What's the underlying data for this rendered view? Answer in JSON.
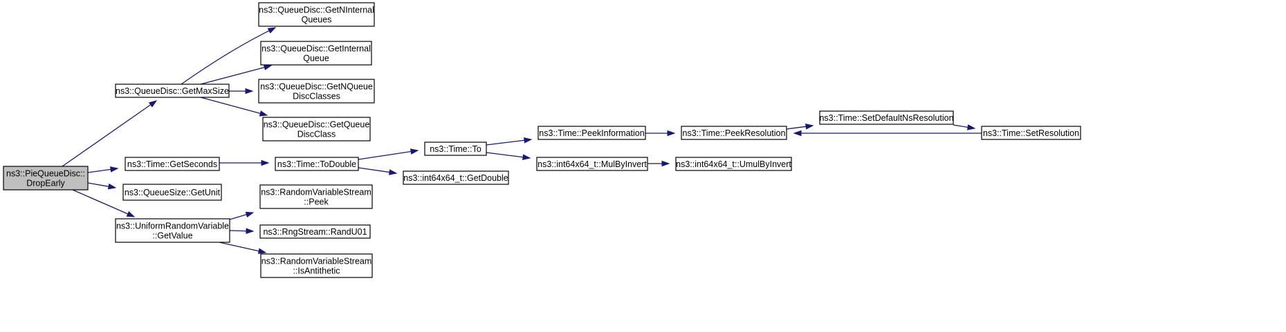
{
  "diagram": {
    "nodes": {
      "root": [
        "ns3::PieQueueDisc::",
        "DropEarly"
      ],
      "get_max_size": [
        "ns3::QueueDisc::GetMaxSize"
      ],
      "get_n_internal_queues": [
        "ns3::QueueDisc::GetNInternal",
        "Queues"
      ],
      "get_internal_queue": [
        "ns3::QueueDisc::GetInternal",
        "Queue"
      ],
      "get_n_queue_disc_classes": [
        "ns3::QueueDisc::GetNQueue",
        "DiscClasses"
      ],
      "get_queue_disc_class": [
        "ns3::QueueDisc::GetQueue",
        "DiscClass"
      ],
      "get_seconds": [
        "ns3::Time::GetSeconds"
      ],
      "to_double": [
        "ns3::Time::ToDouble"
      ],
      "time_to": [
        "ns3::Time::To"
      ],
      "get_double": [
        "ns3::int64x64_t::GetDouble"
      ],
      "peek_information": [
        "ns3::Time::PeekInformation"
      ],
      "mul_by_invert": [
        "ns3::int64x64_t::MulByInvert"
      ],
      "peek_resolution": [
        "ns3::Time::PeekResolution"
      ],
      "umul_by_invert": [
        "ns3::int64x64_t::UmulByInvert"
      ],
      "set_default_ns_resolution": [
        "ns3::Time::SetDefaultNsResolution"
      ],
      "set_resolution": [
        "ns3::Time::SetResolution"
      ],
      "get_unit": [
        "ns3::QueueSize::GetUnit"
      ],
      "uniform_get_value": [
        "ns3::UniformRandomVariable",
        "::GetValue"
      ],
      "stream_peek": [
        "ns3::RandomVariableStream",
        "::Peek"
      ],
      "rand_u01": [
        "ns3::RngStream::RandU01"
      ],
      "is_antithetic": [
        "ns3::RandomVariableStream",
        "::IsAntithetic"
      ]
    },
    "edges": [
      [
        "root",
        "get_max_size"
      ],
      [
        "root",
        "get_seconds"
      ],
      [
        "root",
        "get_unit"
      ],
      [
        "root",
        "uniform_get_value"
      ],
      [
        "get_max_size",
        "get_n_internal_queues"
      ],
      [
        "get_max_size",
        "get_internal_queue"
      ],
      [
        "get_max_size",
        "get_n_queue_disc_classes"
      ],
      [
        "get_max_size",
        "get_queue_disc_class"
      ],
      [
        "get_seconds",
        "to_double"
      ],
      [
        "to_double",
        "time_to"
      ],
      [
        "to_double",
        "get_double"
      ],
      [
        "time_to",
        "peek_information"
      ],
      [
        "time_to",
        "mul_by_invert"
      ],
      [
        "peek_information",
        "peek_resolution"
      ],
      [
        "mul_by_invert",
        "umul_by_invert"
      ],
      [
        "peek_resolution",
        "set_default_ns_resolution"
      ],
      [
        "set_default_ns_resolution",
        "set_resolution"
      ],
      [
        "set_resolution",
        "peek_resolution"
      ],
      [
        "uniform_get_value",
        "stream_peek"
      ],
      [
        "uniform_get_value",
        "rand_u01"
      ],
      [
        "uniform_get_value",
        "is_antithetic"
      ]
    ],
    "colors": {
      "edge": "#191970",
      "root_fill": "#bfbfbf",
      "node_fill": "#ffffff",
      "border": "#000000"
    }
  }
}
